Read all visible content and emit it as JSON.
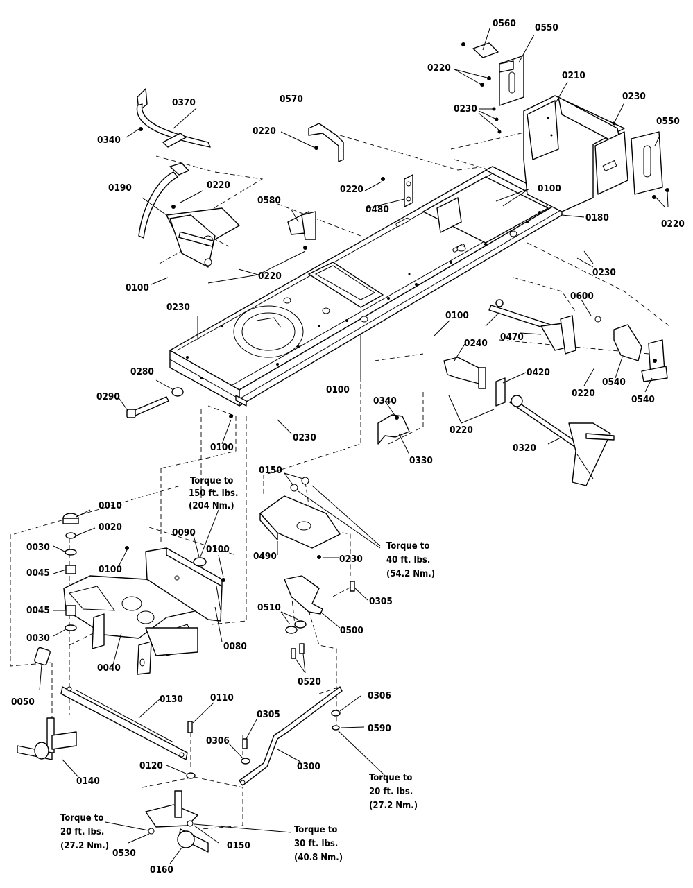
{
  "callouts": {
    "p0560": "0560",
    "p0550a": "0550",
    "p0210": "0210",
    "p0230a": "0230",
    "p0220a": "0220",
    "p0230b": "0230",
    "p0550b": "0550",
    "p0220b": "0220",
    "p0570": "0570",
    "p0370": "0370",
    "p0340a": "0340",
    "p0220c": "0220",
    "p0220d": "0220",
    "p0100a": "0100",
    "p0480": "0480",
    "p0190": "0190",
    "p0220e": "0220",
    "p0580": "0580",
    "p0180": "0180",
    "p0220f": "0220",
    "p0100b": "0100",
    "p0230c": "0230",
    "p0230d": "0230",
    "p0600": "0600",
    "p0100c": "0100",
    "p0470": "0470",
    "p0240": "0240",
    "p0280": "0280",
    "p0420": "0420",
    "p0290": "0290",
    "p0100d": "0100",
    "p0540a": "0540",
    "p0220g": "0220",
    "p0540b": "0540",
    "p0340b": "0340",
    "p0220h": "0220",
    "p0230e": "0230",
    "p0100e": "0100",
    "p0330": "0330",
    "p0320": "0320",
    "p0150a": "0150",
    "p0010": "0010",
    "p0020": "0020",
    "p0090": "0090",
    "p0030a": "0030",
    "p0100f": "0100",
    "p0100g": "0100",
    "p0045a": "0045",
    "p0490": "0490",
    "p0230f": "0230",
    "p0305a": "0305",
    "p0045b": "0045",
    "p0510": "0510",
    "p0500": "0500",
    "p0030b": "0030",
    "p0080": "0080",
    "p0040": "0040",
    "p0520": "0520",
    "p0050": "0050",
    "p0130": "0130",
    "p0110": "0110",
    "p0306a": "0306",
    "p0305b": "0305",
    "p0590": "0590",
    "p0306b": "0306",
    "p0300": "0300",
    "p0140": "0140",
    "p0120": "0120",
    "p0530": "0530",
    "p0150b": "0150",
    "p0160": "0160"
  },
  "torque_notes": {
    "t150": [
      "Torque to",
      "150 ft. lbs.",
      "(204 Nm.)"
    ],
    "t40": [
      "Torque to",
      "40 ft. lbs.",
      "(54.2 Nm.)"
    ],
    "t20a": [
      "Torque to",
      "20 ft. lbs.",
      "(27.2 Nm.)"
    ],
    "t20b": [
      "Torque to",
      "20 ft. lbs.",
      "(27.2 Nm.)"
    ],
    "t30": [
      "Torque to",
      "30 ft. lbs.",
      "(40.8 Nm.)"
    ]
  }
}
